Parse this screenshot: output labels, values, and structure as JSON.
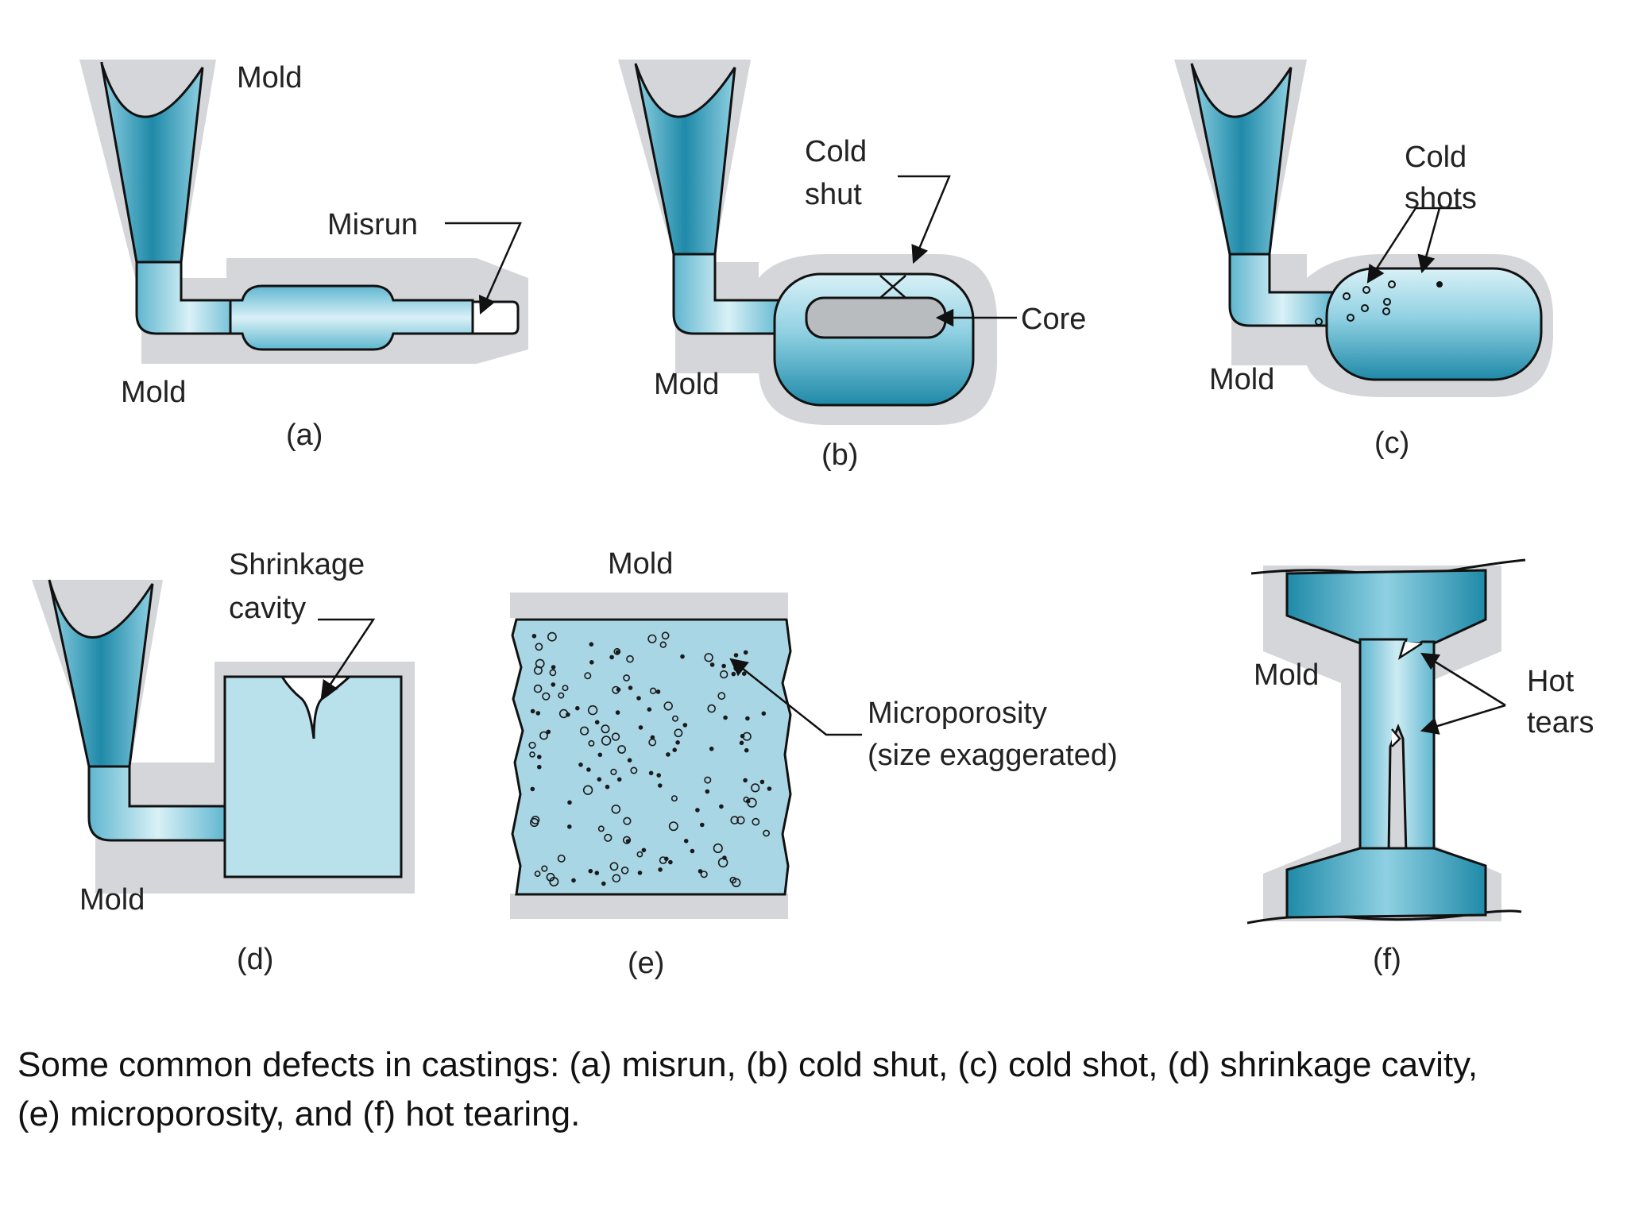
{
  "colors": {
    "mold_gray": "#d4d6d9",
    "metal_light": "#bfe3ee",
    "metal_mid": "#5fb6cf",
    "metal_dark": "#1f8aa8",
    "outline": "#111111"
  },
  "diagram": {
    "a": {
      "mold_top": "Mold",
      "mold_bottom": "Mold",
      "misrun": "Misrun",
      "caption": "(a)"
    },
    "b": {
      "cold_shut_line1": "Cold",
      "cold_shut_line2": "shut",
      "core": "Core",
      "mold": "Mold",
      "caption": "(b)"
    },
    "c": {
      "cold_shots_line1": "Cold",
      "cold_shots_line2": "shots",
      "mold": "Mold",
      "caption": "(c)"
    },
    "d": {
      "shrinkage_line1": "Shrinkage",
      "shrinkage_line2": "cavity",
      "mold": "Mold",
      "caption": "(d)"
    },
    "e": {
      "mold": "Mold",
      "micro_line1": "Microporosity",
      "micro_line2": "(size exaggerated)",
      "caption": "(e)"
    },
    "f": {
      "mold": "Mold",
      "hot_tears_line1": "Hot",
      "hot_tears_line2": "tears",
      "caption": "(f)"
    }
  },
  "caption": {
    "line1": "Some common defects in castings: (a) misrun, (b) cold shut, (c) cold shot, (d) shrinkage cavity,",
    "line2": "(e) microporosity, and (f) hot tearing."
  }
}
